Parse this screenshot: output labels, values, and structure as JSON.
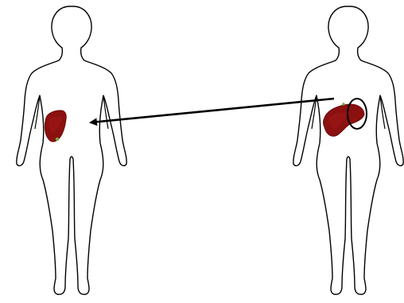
{
  "figure": {
    "figures": [
      {
        "id": "left",
        "organ": "liver-partial"
      },
      {
        "id": "right",
        "organ": "liver-whole",
        "highlight": "circled-segment"
      }
    ],
    "arrow": {
      "from": "right",
      "to": "left"
    },
    "colors": {
      "outline": "#000000",
      "background": "#ffffff",
      "liver": "#8b1010",
      "liver_dark": "#6e0a0a",
      "gallbladder": "#6fa83a"
    }
  }
}
